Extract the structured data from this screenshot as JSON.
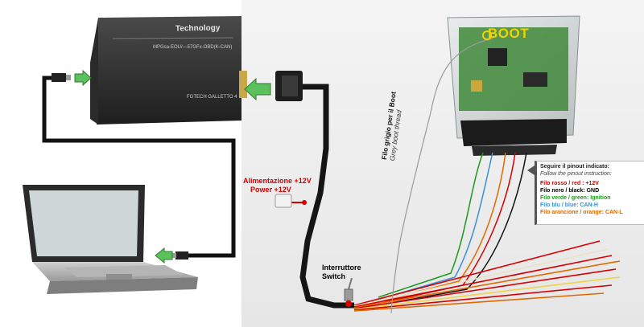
{
  "device": {
    "brand": "Technology",
    "model_label": "MPGsa-EOU/—57GFx-OBD(K-CAN)",
    "back_label": "FGTECH GALLETTO 4"
  },
  "ecu": {
    "boot_label": "BOOT"
  },
  "labels": {
    "power_it": "Alimentazione +12V",
    "power_en": "Power +12V",
    "switch_it": "Interruttore",
    "switch_en": "Switch",
    "grey_it": "Filo grigio per il Boot",
    "grey_en": "Grey boot thread"
  },
  "pinout": {
    "title_it": "Seguire il pinout indicato:",
    "title_en": "Follow the pinout instruction:",
    "rows": [
      {
        "text": "Filo rosso / red : +12V",
        "color": "#d40000"
      },
      {
        "text": "Filo nero / black: GND",
        "color": "#000000"
      },
      {
        "text": "Filo verde / green: Ignition",
        "color": "#1a9a1a"
      },
      {
        "text": "Filo blu / blue: CAN-H",
        "color": "#3a8fd8"
      },
      {
        "text": "Filo arancione / orange: CAN-L",
        "color": "#e06a00"
      }
    ]
  },
  "colors": {
    "arrow_green": "#5cc15c",
    "label_red": "#d40000",
    "boot_yellow": "#f2d200",
    "pcb_green": "#3f8a3a"
  }
}
